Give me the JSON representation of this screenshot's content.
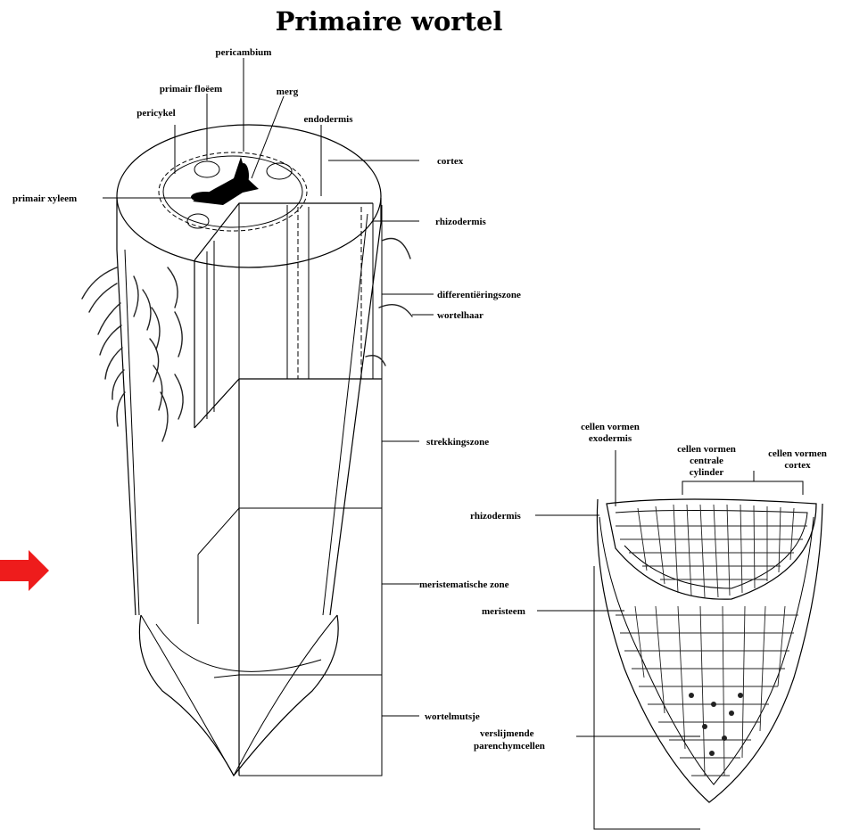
{
  "title": "Primaire wortel",
  "colors": {
    "arrow": "#ee1c1c",
    "ink": "#000000"
  },
  "labels": {
    "pericambium": "pericambium",
    "primair_floeem": "primair floëem",
    "merg": "merg",
    "pericykel": "pericykel",
    "endodermis": "endodermis",
    "cortex": "cortex",
    "primair_xyleem": "primair xyleem",
    "rhizodermis": "rhizodermis",
    "differentieringszone": "differentiëringszone",
    "wortelhaar": "wortelhaar",
    "strekkingszone": "strekkingszone",
    "meristematische_zone": "meristematische zone",
    "wortelmutsje": "wortelmutsje"
  },
  "detail_labels": {
    "exodermis_line1": "cellen vormen",
    "exodermis_line2": "exodermis",
    "cylinder_line1": "cellen vormen",
    "cylinder_line2": "centrale",
    "cylinder_line3": "cylinder",
    "cortex_line1": "cellen vormen",
    "cortex_line2": "cortex",
    "rhizodermis": "rhizodermis",
    "meristeem": "meristeem",
    "verslijmende_line1": "verslijmende",
    "verslijmende_line2": "parenchymcellen"
  },
  "icons": {
    "arrow": "right-arrow-icon"
  }
}
